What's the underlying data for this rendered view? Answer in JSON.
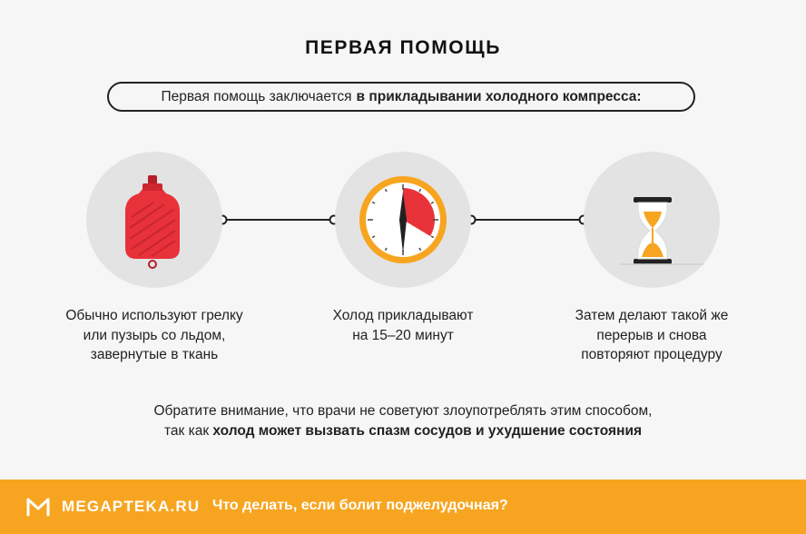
{
  "title": "ПЕРВАЯ ПОМОЩЬ",
  "intro": {
    "text": "Первая помощь заключается",
    "bold": "в прикладывании холодного компресса:"
  },
  "steps": [
    {
      "icon": "hot-water-bottle-icon",
      "lines": [
        "Обычно используют грелку",
        "или пузырь со льдом,",
        "завернутые в ткань"
      ]
    },
    {
      "icon": "timer-icon",
      "lines": [
        "Холод прикладывают",
        "на 15–20 минут"
      ]
    },
    {
      "icon": "hourglass-icon",
      "lines": [
        "Затем делают такой же",
        "перерыв и снова",
        "повторяют процедуру"
      ]
    }
  ],
  "note": {
    "line1": "Обратите внимание, что врачи не советуют злоупотреблять этим способом,",
    "line2_prefix": "так как",
    "line2_bold": "холод может вызвать спазм сосудов и ухудшение состояния"
  },
  "footer": {
    "brand": "MEGAPTEKA.RU",
    "article": "Что делать, если болит поджелудочная?"
  },
  "colors": {
    "accent": "#f7a520",
    "red": "#e8323a",
    "circle": "#e3e3e3",
    "background": "#f6f6f6"
  }
}
